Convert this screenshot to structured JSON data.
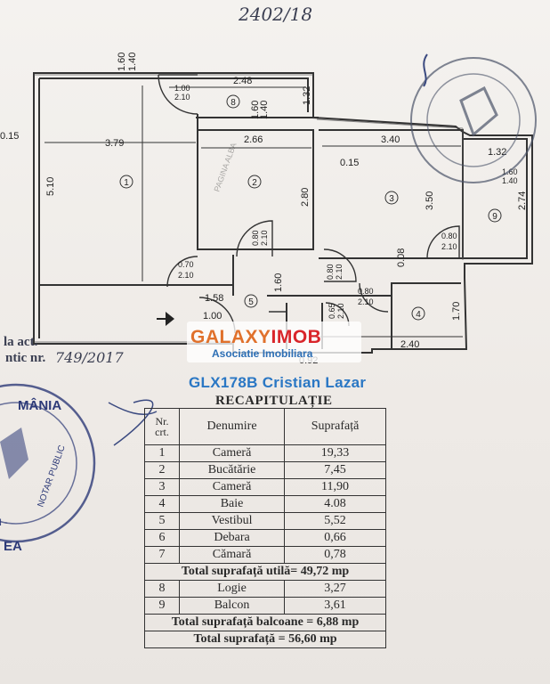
{
  "header": {
    "handwritten_number": "2402/18"
  },
  "plan": {
    "dims_top": [
      "1.60",
      "1.40",
      "2.48",
      "1.32",
      "1.60",
      "1.40"
    ],
    "dims_row2": [
      "0.15",
      "3.79",
      "2.66",
      "3.40",
      "1.32",
      "0.15"
    ],
    "dims_vertical": [
      "5.10",
      "2.80",
      "3.50",
      "2.74",
      "1.70",
      "1.60",
      "0.08"
    ],
    "doors": {
      "d8": [
        "1.00",
        "2.10"
      ],
      "d2": [
        "0.80",
        "2.10"
      ],
      "d9a": [
        "1.60",
        "1.40"
      ],
      "d9b": [
        "0.80",
        "2.10"
      ],
      "d5": [
        "0.70",
        "2.10"
      ],
      "d6": [
        "0.80",
        "2.10"
      ],
      "d4": [
        "0.80",
        "2.10"
      ],
      "d7": [
        "0.65",
        "2.10"
      ],
      "entry": [
        "1.00"
      ],
      "bath": [
        "2.40"
      ],
      "vest": [
        "1.58"
      ],
      "bottom": [
        "0.92"
      ]
    },
    "rooms": [
      "1",
      "2",
      "3",
      "4",
      "5",
      "8",
      "9"
    ],
    "labels": {
      "pagina": "PAGINA ALBA"
    }
  },
  "left_notes": {
    "line1": "la act.",
    "line2": "ntic nr.",
    "line2_value": "749/2017"
  },
  "watermark": {
    "brand_part1": "GALAXY",
    "brand_part2": "IMOB",
    "subtitle": "Asociatie Imobiliara"
  },
  "agent": "GLX178B Cristian Lazar",
  "recap": {
    "title": "RECAPITULAȚIE",
    "headers": {
      "nr": "Nr. crt.",
      "name": "Denumire",
      "area": "Suprafață"
    },
    "rows": [
      {
        "nr": "1",
        "name": "Cameră",
        "area": "19,33"
      },
      {
        "nr": "2",
        "name": "Bucătărie",
        "area": "7,45"
      },
      {
        "nr": "3",
        "name": "Cameră",
        "area": "11,90"
      },
      {
        "nr": "4",
        "name": "Baie",
        "area": "4.08"
      },
      {
        "nr": "5",
        "name": "Vestibul",
        "area": "5,52"
      },
      {
        "nr": "6",
        "name": "Debara",
        "area": "0,66"
      },
      {
        "nr": "7",
        "name": "Cămară",
        "area": "0,78"
      }
    ],
    "total_util": "Total suprafață utilă= 49,72 mp",
    "rows2": [
      {
        "nr": "8",
        "name": "Logie",
        "area": "3,27"
      },
      {
        "nr": "9",
        "name": "Balcon",
        "area": "3,61"
      }
    ],
    "total_balcoane": "Total suprafață balcoane = 6,88 mp",
    "total": "Total suprafață = 56,60 mp"
  },
  "stamp": {
    "text_top": "MÂNIA",
    "text_side": "NOTAR PUBLIC",
    "text_bottom": "EA",
    "prefix": "N -"
  },
  "colors": {
    "ink": "#2a2a2a",
    "stamp": "#3a4560",
    "brand_orange": "#e0712c",
    "brand_blue": "#2d6fb5",
    "agent": "#2a77c4"
  }
}
